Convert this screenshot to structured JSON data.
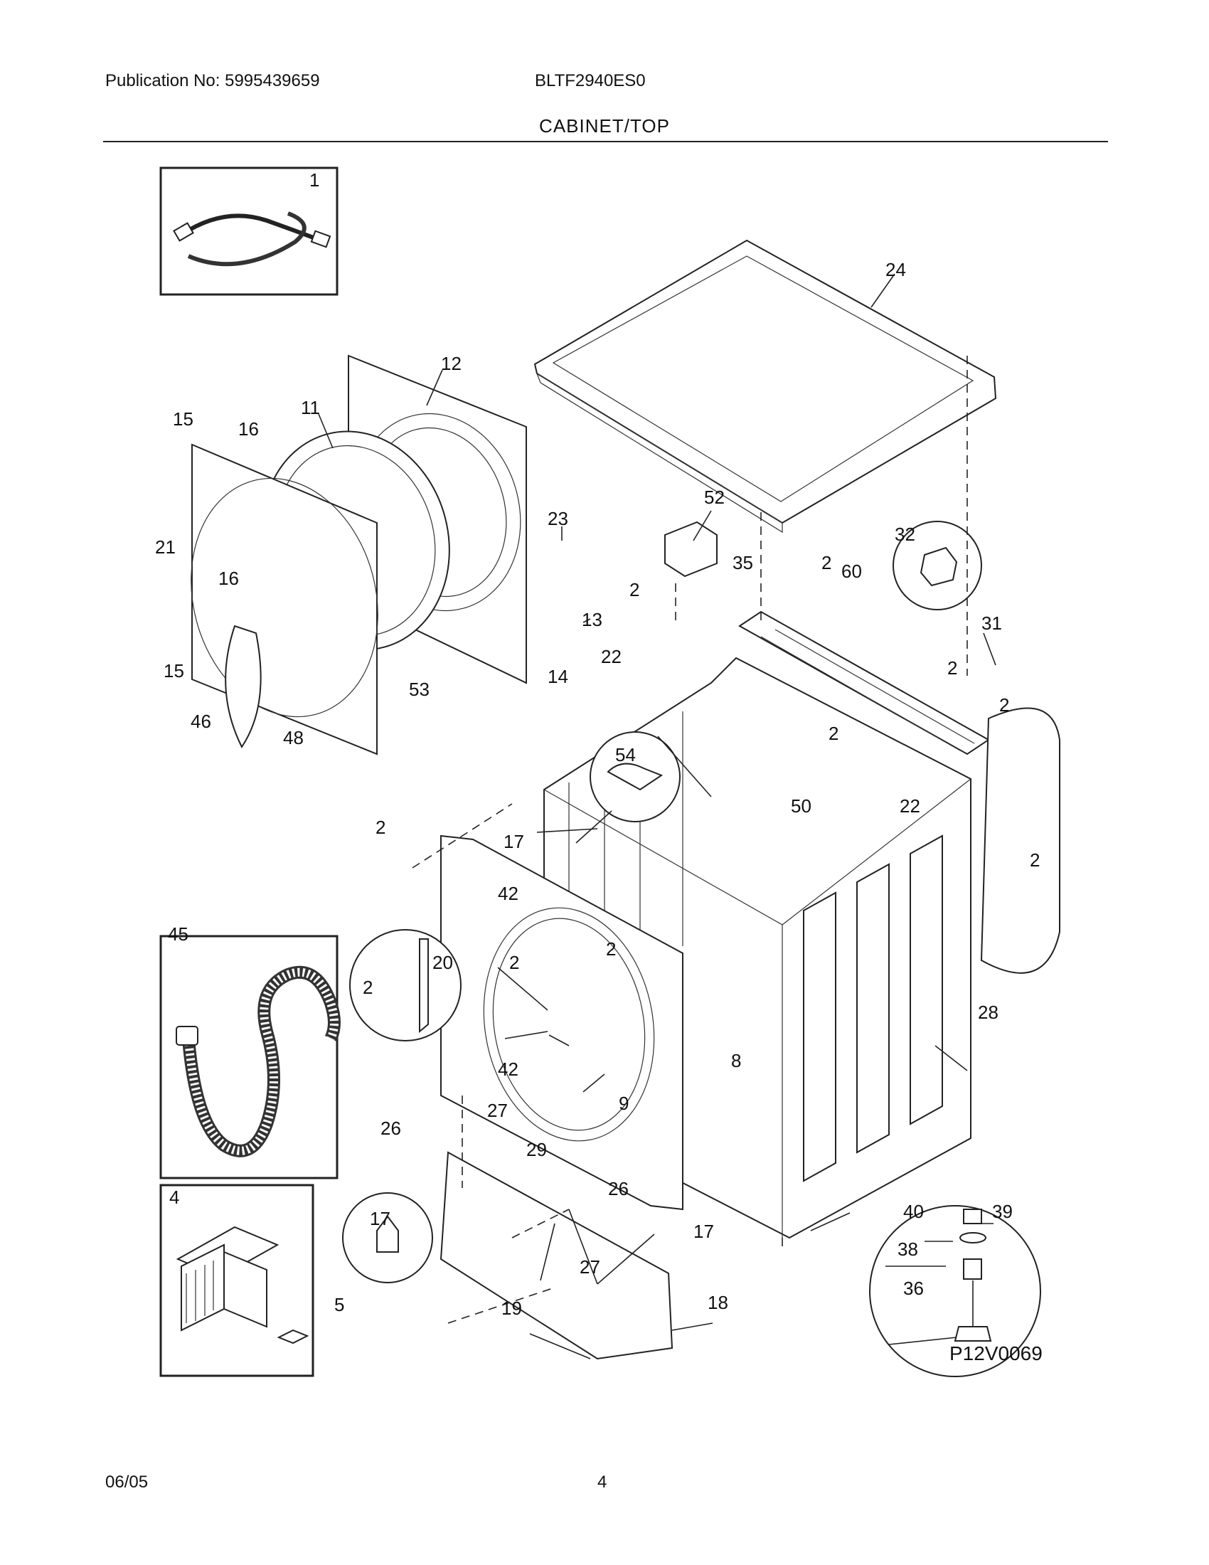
{
  "header": {
    "publication": "Publication No: 5995439659",
    "model": "BLTF2940ES0",
    "section_title": "CABINET/TOP"
  },
  "diagram": {
    "code": "P12V0069",
    "callouts": [
      "1",
      "2",
      "4",
      "5",
      "8",
      "9",
      "11",
      "12",
      "13",
      "14",
      "15",
      "16",
      "17",
      "18",
      "19",
      "20",
      "21",
      "22",
      "23",
      "24",
      "26",
      "27",
      "28",
      "29",
      "31",
      "32",
      "35",
      "36",
      "38",
      "39",
      "40",
      "42",
      "45",
      "46",
      "48",
      "50",
      "52",
      "53",
      "54",
      "60"
    ]
  },
  "footer": {
    "date": "06/05",
    "page": "4"
  }
}
